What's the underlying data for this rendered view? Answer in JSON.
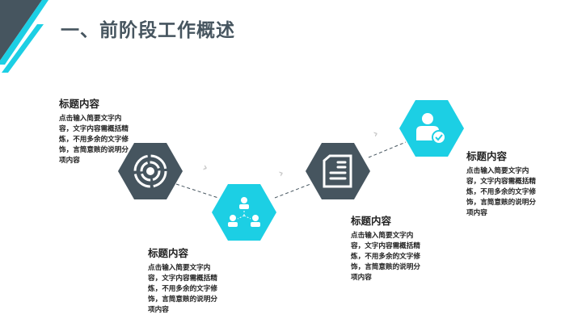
{
  "header": {
    "title": "一、前阶段工作概述"
  },
  "colors": {
    "dark": "#46555f",
    "accent": "#1ccfe4"
  },
  "steps": [
    {
      "icon": "target-icon",
      "title": "标题内容",
      "text": "点击输入简要文字内容，文字内容需概括精炼，不用多余的文字修饰，言简意赅的说明分项内容"
    },
    {
      "icon": "team-icon",
      "title": "标题内容",
      "text": "点击输入简要文字内容，文字内容需概括精炼，不用多余的文字修饰，言简意赅的说明分项内容"
    },
    {
      "icon": "document-icon",
      "title": "标题内容",
      "text": "点击输入简要文字内容，文字内容需概括精炼，不用多余的文字修饰，言简意赅的说明分项内容"
    },
    {
      "icon": "user-check-icon",
      "title": "标题内容",
      "text": "点击输入简要文字内容，文字内容需概括精炼，不用多余的文字修饰，言简意赅的说明分项内容"
    }
  ]
}
